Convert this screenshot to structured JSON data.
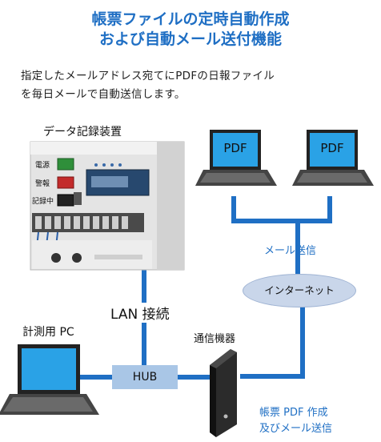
{
  "title": {
    "line1": "帳票ファイルの定時自動作成",
    "line2": "および自動メール送付機能"
  },
  "description": {
    "line1": "指定したメールアドレス宛てにPDFの日報ファイル",
    "line2": "を毎日メールで自動送信します。"
  },
  "nodes": {
    "recorder_label": "データ記録装置",
    "pc_label": "計測用 PC",
    "hub_label": "HUB",
    "comm_label": "通信機器",
    "internet_label": "インターネット",
    "lan_label": "LAN 接続",
    "mail_label": "メール送信",
    "pdf_create_line1": "帳票 PDF 作成",
    "pdf_create_line2": "及びメール送信",
    "laptop1_screen": "PDF",
    "laptop2_screen": "PDF"
  },
  "device_panel": {
    "btn1": "電源",
    "btn2": "警報",
    "btn3": "記録中"
  },
  "colors": {
    "title": "#1f6fc4",
    "connector": "#1f6fc4",
    "hub": "#a9c6e6",
    "internet": "#c9d6ea",
    "screen": "#2aa2e6"
  }
}
